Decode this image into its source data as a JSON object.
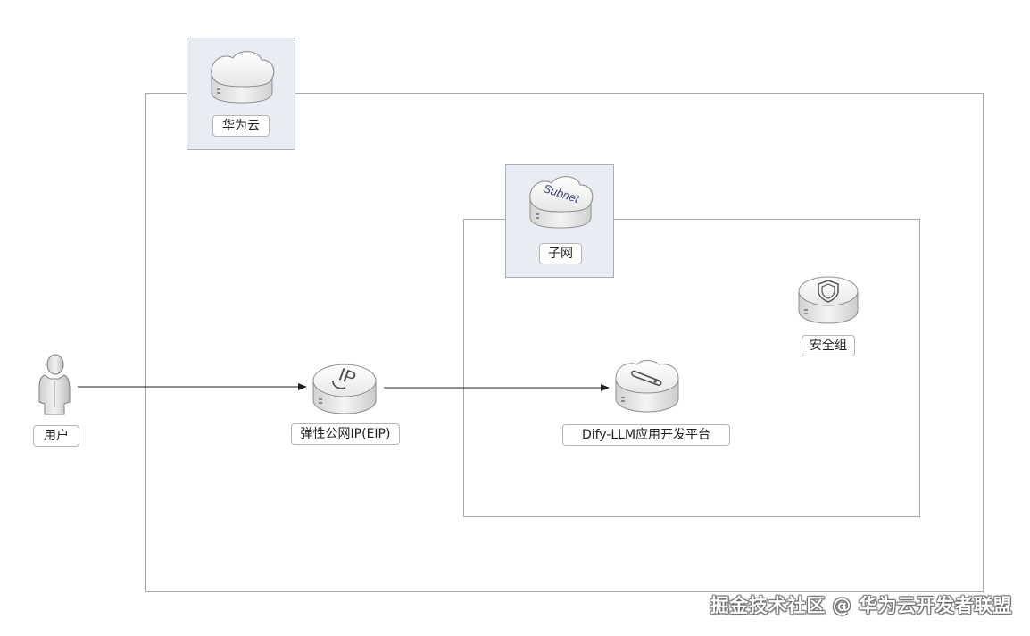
{
  "nodes": {
    "huawei_cloud": "华为云",
    "subnet": "子网",
    "subnet_icon_text": "Subnet",
    "security_group": "安全组",
    "user": "用户",
    "eip": "弹性公网IP(EIP)",
    "eip_icon_text": "IP",
    "dify": "Dify-LLM应用开发平台"
  },
  "watermark": "掘金技术社区 @ 华为云开发者联盟",
  "colors": {
    "frame_border": "#a9a9a9",
    "icon_box_fill": "#e9ecf3",
    "arrow": "#222222"
  },
  "icons": {
    "huawei_cloud": "cloud-icon",
    "subnet": "subnet-cloud-icon",
    "security_group": "shield-disk-icon",
    "user": "user-person-icon",
    "eip": "ip-disk-icon",
    "dify": "app-disk-icon"
  }
}
